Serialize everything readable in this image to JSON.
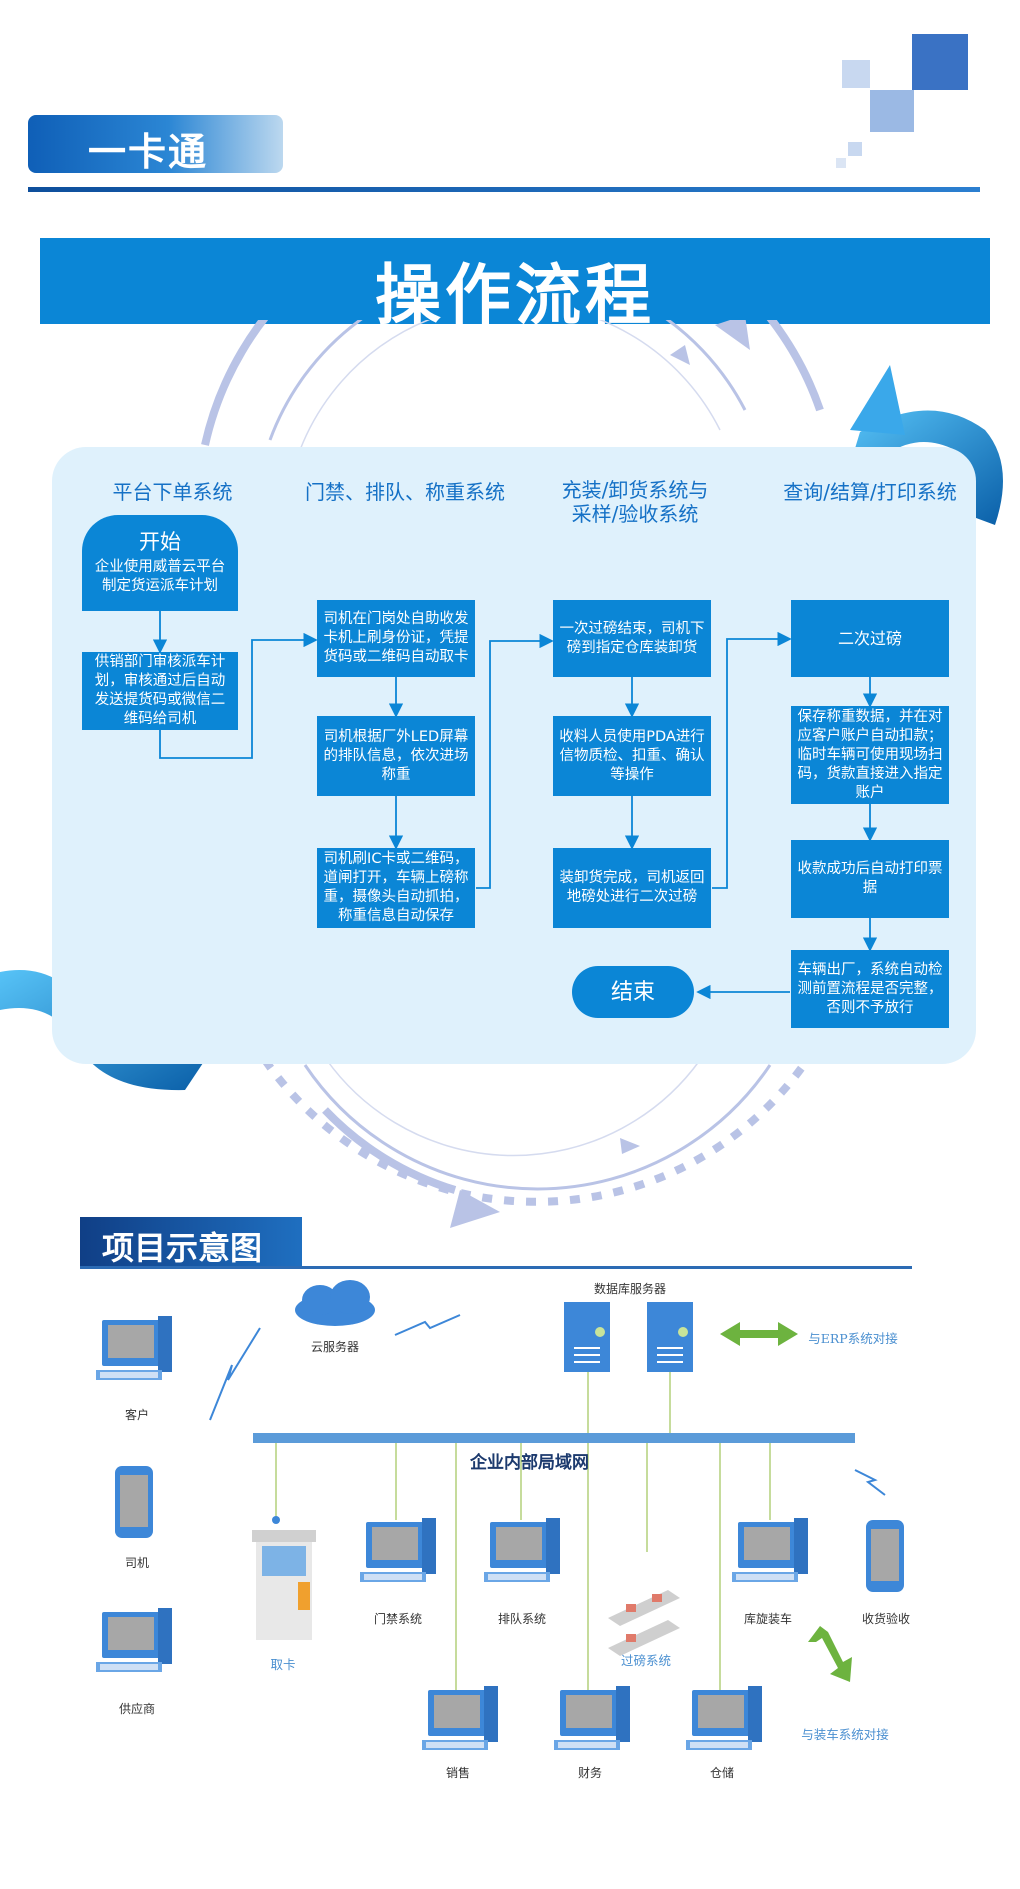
{
  "header": {
    "brand": "一卡通",
    "banner_title": "操作流程"
  },
  "flow": {
    "columns": [
      "平台下单系统",
      "门禁、排队、称重系统",
      "充装/卸货系统与\n采样/验收系统",
      "查询/结算/打印系统"
    ],
    "start": {
      "title": "开始",
      "text": "企业使用威普云平台制定货运派车计划"
    },
    "steps": {
      "c1_s2": "供销部门审核派车计划，审核通过后自动发送提货码或微信二维码给司机",
      "c2_s1": "司机在门岗处自助收发卡机上刷身份证，凭提货码或二维码自动取卡",
      "c2_s2": "司机根据厂外LED屏幕的排队信息，依次进场称重",
      "c2_s3": "司机刷IC卡或二维码，道闸打开，车辆上磅称重，摄像头自动抓拍，称重信息自动保存",
      "c3_s1": "一次过磅结束，司机下磅到指定仓库装卸货",
      "c3_s2": "收料人员使用PDA进行信物质检、扣重、确认等操作",
      "c3_s3": "装卸货完成，司机返回地磅处进行二次过磅",
      "c4_s1": "二次过磅",
      "c4_s2": "保存称重数据，并在对应客户账户自动扣款；临时车辆可使用现场扫码，货款直接进入指定账户",
      "c4_s3": "收款成功后自动打印票据",
      "c4_s4": "车辆出厂，系统自动检测前置流程是否完整，否则不予放行"
    },
    "end": "结束"
  },
  "project": {
    "title": "项目示意图",
    "lan": "企业内部局域网",
    "labels": {
      "cloud": "云服务器",
      "db": "数据库服务器",
      "erp": "与ERP系统对接",
      "customer": "客户",
      "driver": "司机",
      "supplier": "供应商",
      "card": "取卡",
      "gate": "门禁系统",
      "queue": "排队系统",
      "weigh": "过磅系统",
      "load": "库旋装车",
      "receive": "收货验收",
      "sales": "销售",
      "finance": "财务",
      "warehouse": "仓储",
      "loader": "与装车系统对接"
    }
  },
  "colors": {
    "primary": "#0b86d6",
    "panel": "#dff1fc",
    "arc": "#b9c3e6",
    "lan": "#5b9bd9",
    "green": "#6db33f"
  }
}
